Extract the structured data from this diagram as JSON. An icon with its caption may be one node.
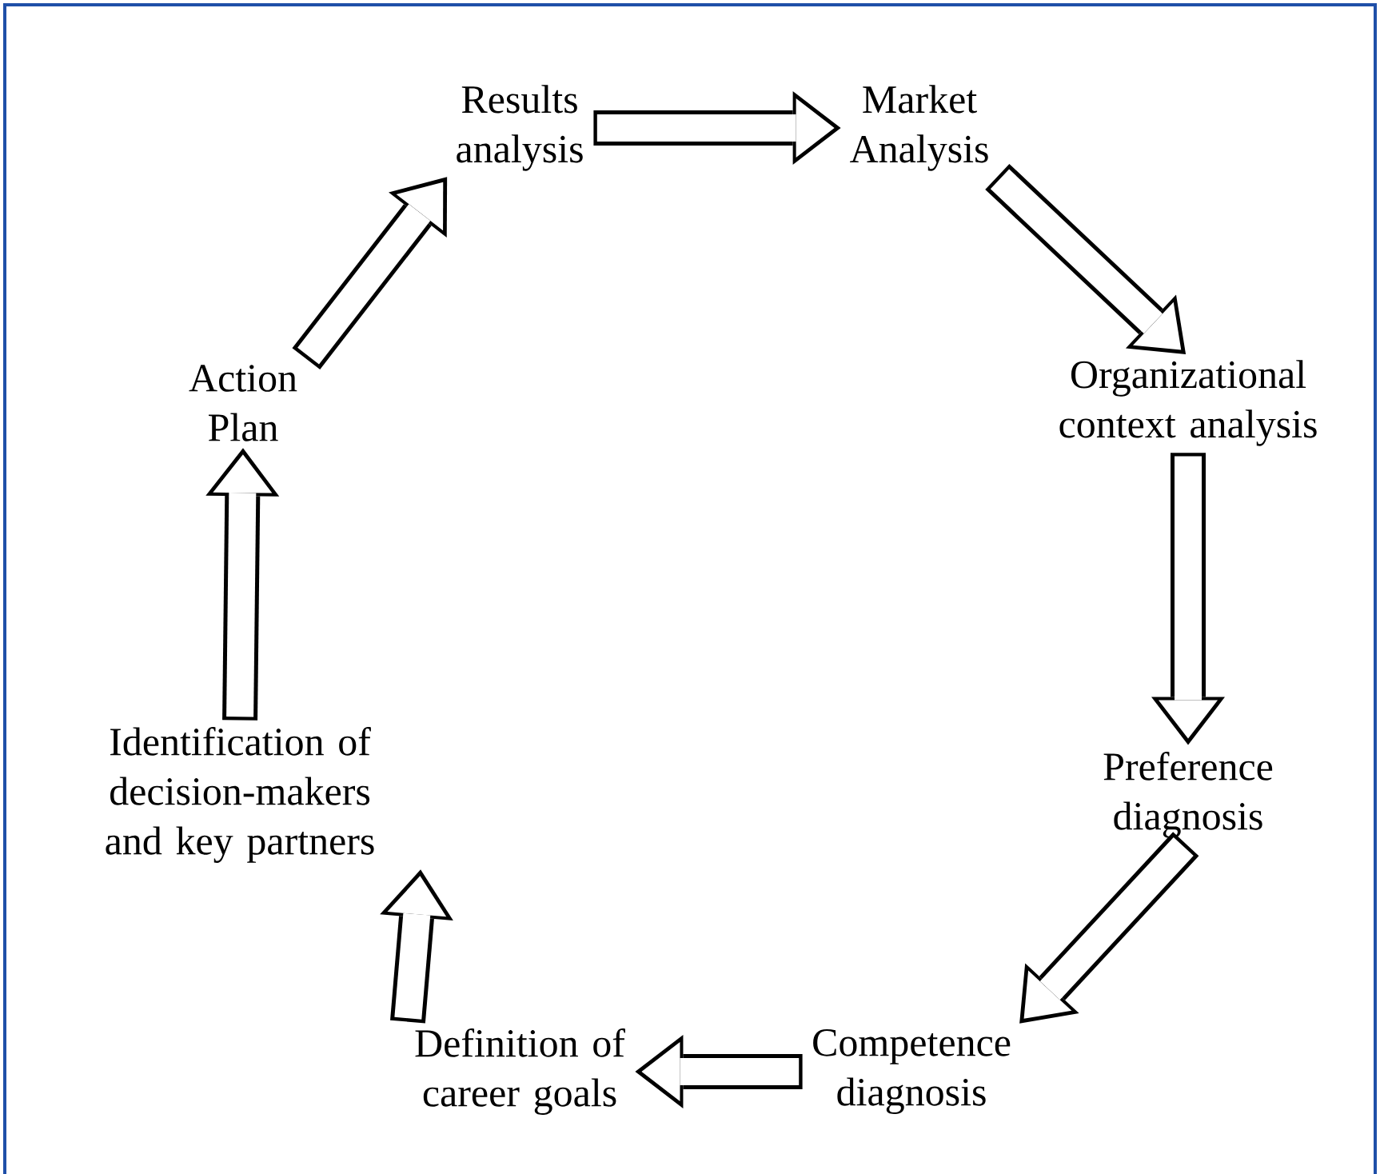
{
  "diagram": {
    "nodes": [
      {
        "text": [
          "Results analysis"
        ]
      },
      {
        "text": [
          "Market Analysis"
        ]
      },
      {
        "text": [
          "Organizational context analysis"
        ]
      },
      {
        "text": [
          "Preference diagnosis"
        ]
      },
      {
        "text": [
          "Competence diagnosis"
        ]
      },
      {
        "text": [
          "Definition of career goals"
        ]
      },
      {
        "text": [
          "Identification of decision-makers and key partners"
        ]
      },
      {
        "text": [
          "Action Plan"
        ]
      }
    ],
    "edges": [
      {
        "from": 0,
        "to": 1,
        "arrow": "to"
      },
      {
        "from": 1,
        "to": 2,
        "arrow": "to"
      },
      {
        "from": 2,
        "to": 3,
        "arrow": "to"
      },
      {
        "from": 3,
        "to": 4,
        "arrow": "to"
      },
      {
        "from": 4,
        "to": 5,
        "arrow": "to"
      },
      {
        "from": 5,
        "to": 6,
        "arrow": "to"
      },
      {
        "from": 6,
        "to": 7,
        "arrow": "to"
      },
      {
        "from": 7,
        "to": 0,
        "arrow": "to"
      }
    ]
  }
}
